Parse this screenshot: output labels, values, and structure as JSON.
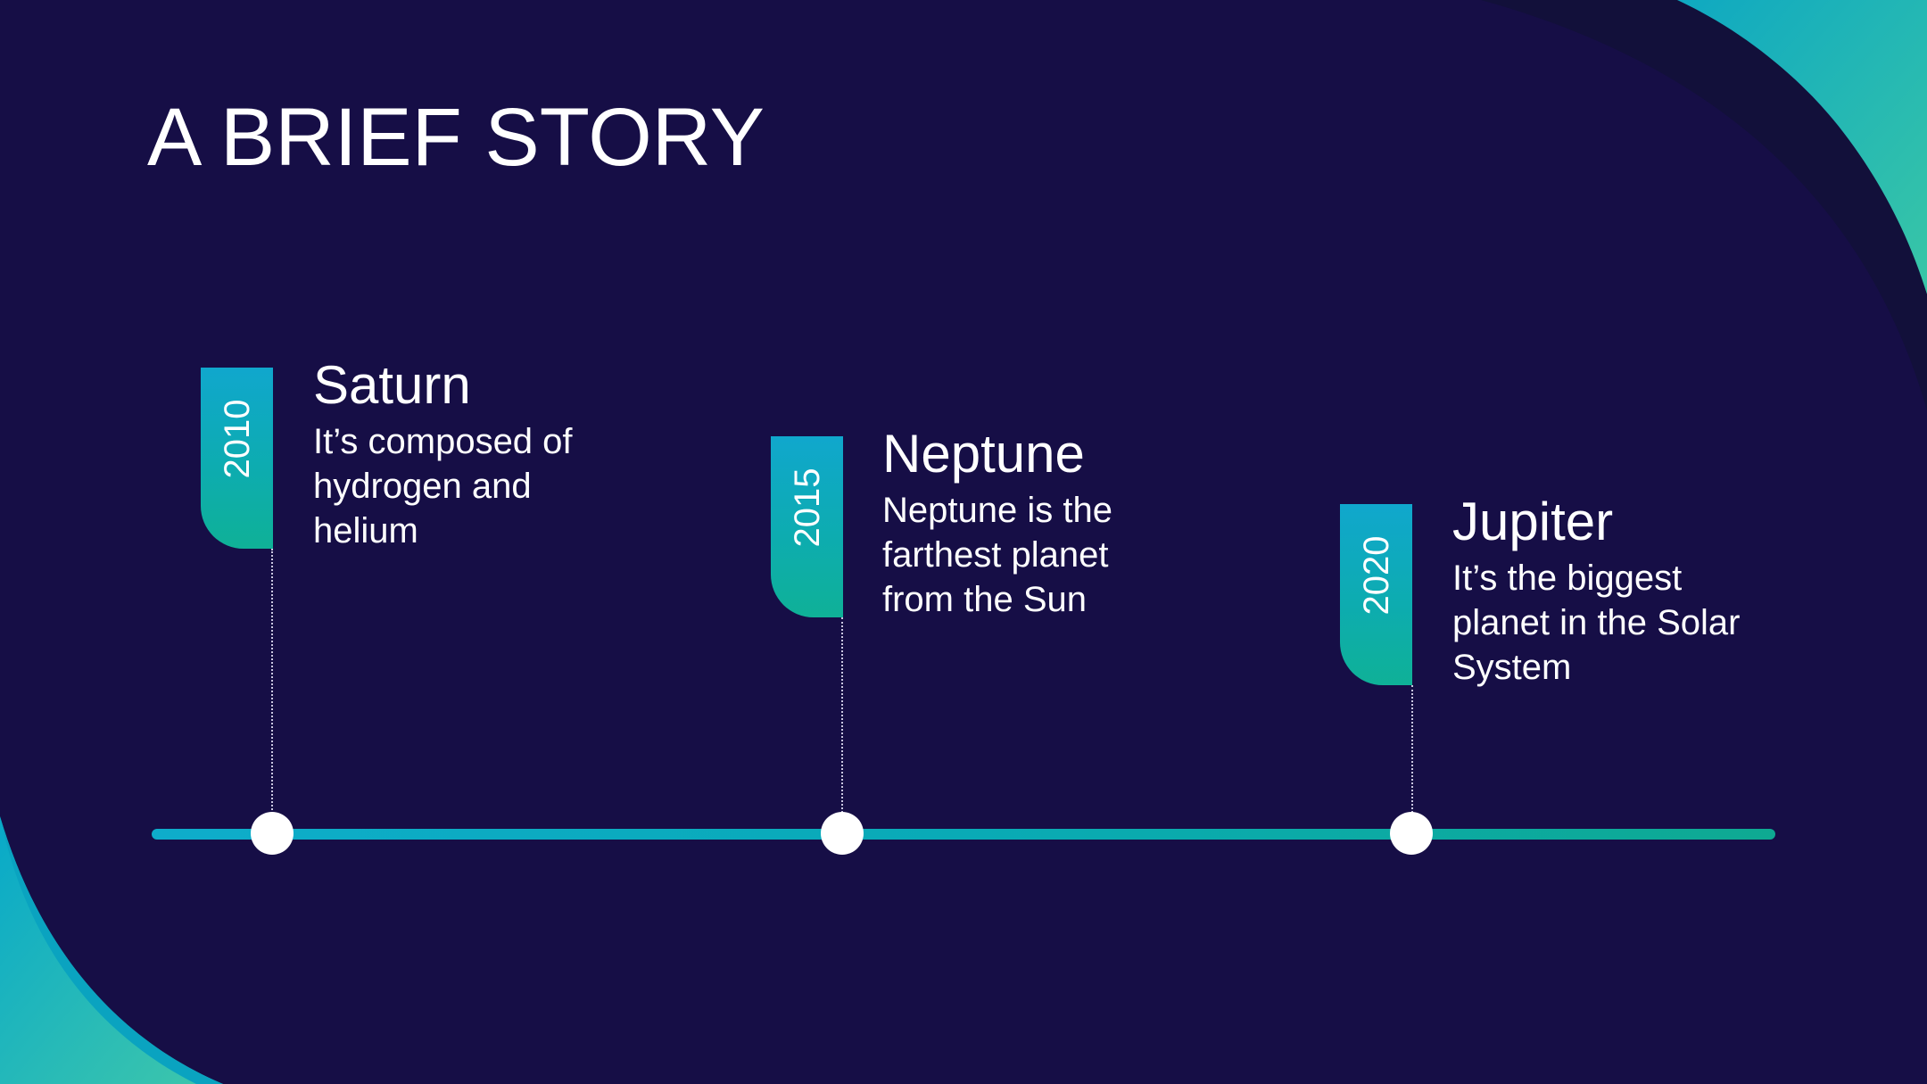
{
  "slide": {
    "title": "A BRIEF STORY"
  },
  "timeline": {
    "events": [
      {
        "year": "2010",
        "name": "Saturn",
        "text": "It’s composed of hydrogen and helium"
      },
      {
        "year": "2015",
        "name": "Neptune",
        "text": "Neptune is the farthest planet from the Sun"
      },
      {
        "year": "2020",
        "name": "Jupiter",
        "text": "It’s the biggest planet in the Solar System"
      }
    ]
  },
  "colors": {
    "background": "#160e46",
    "accent_blue": "#0eaccb",
    "accent_teal": "#0fb197",
    "text": "#ffffff"
  }
}
